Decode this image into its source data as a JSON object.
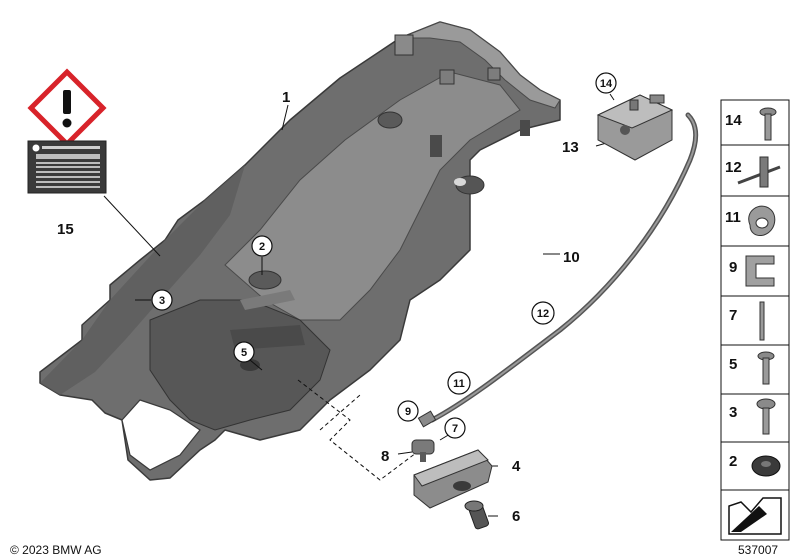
{
  "callouts": {
    "c1": "1",
    "c2": "2",
    "c3": "3",
    "c4": "4",
    "c5": "5",
    "c6": "6",
    "c7": "7",
    "c8": "8",
    "c9": "9",
    "c10": "10",
    "c11": "11",
    "c12": "12",
    "c13": "13",
    "c14": "14",
    "c15": "15"
  },
  "sidebar": {
    "items": [
      {
        "num": "14",
        "icon": "screw-icon"
      },
      {
        "num": "12",
        "icon": "cable-tie-icon"
      },
      {
        "num": "11",
        "icon": "clip-icon"
      },
      {
        "num": "9",
        "icon": "spring-clip-icon"
      },
      {
        "num": "7",
        "icon": "pin-icon"
      },
      {
        "num": "5",
        "icon": "screw-icon"
      },
      {
        "num": "3",
        "icon": "screw-icon"
      },
      {
        "num": "2",
        "icon": "grommet-icon"
      }
    ],
    "bottom_icon": "installation-arrow-icon"
  },
  "footer": {
    "copyright": "© 2023 BMW AG",
    "diagram_number": "537007"
  },
  "colors": {
    "housing": "#6e6e6e",
    "housing_dark": "#4a4a4a",
    "housing_light": "#8c8c8c",
    "warning_red": "#d8232a",
    "label_bg": "#3a3a3a"
  }
}
